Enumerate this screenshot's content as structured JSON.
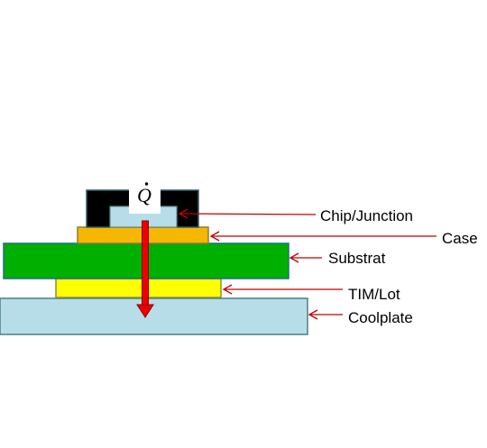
{
  "diagram": {
    "heat_flow_symbol": "Q",
    "labels": {
      "chip_junction": "Chip/Junction",
      "case": "Case",
      "substrat": "Substrat",
      "tim_lot": "TIM/Lot",
      "coolplate": "Coolplate"
    },
    "colors": {
      "chip_cap": "#000000",
      "chip": "#b7dee8",
      "case": "#f6b700",
      "substrat": "#00b000",
      "tim": "#ffff00",
      "coolplate": "#b7dee8",
      "heat_arrow": "#e00000",
      "leader_arrows": "#c00000"
    }
  }
}
